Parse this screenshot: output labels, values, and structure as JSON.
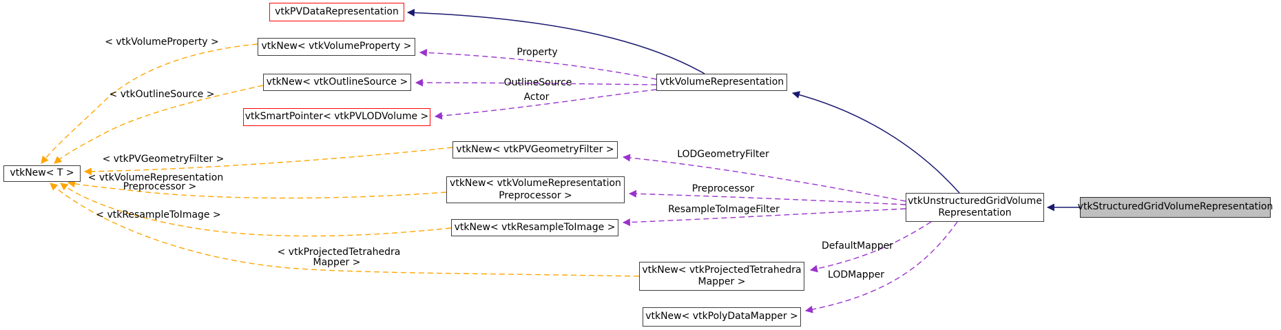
{
  "graph": {
    "kind": "collaboration-graph",
    "nodes": {
      "pvDataRepresentation": {
        "label": "vtkPVDataRepresentation"
      },
      "newVolumeProperty": {
        "label": "vtkNew< vtkVolumeProperty >"
      },
      "newOutlineSource": {
        "label": "vtkNew< vtkOutlineSource >"
      },
      "smartPointerPVLODVolume": {
        "label": "vtkSmartPointer< vtkPVLODVolume >"
      },
      "newPVGeometryFilter": {
        "label": "vtkNew< vtkPVGeometryFilter >"
      },
      "newVolumeRepresentationPreprocessor": {
        "label_line1": "vtkNew< vtkVolumeRepresentation",
        "label_line2": "Preprocessor >"
      },
      "newResampleToImage": {
        "label": "vtkNew< vtkResampleToImage >"
      },
      "newProjectedTetrahedraMapper": {
        "label_line1": "vtkNew< vtkProjectedTetrahedra",
        "label_line2": "Mapper >"
      },
      "newPolyDataMapper": {
        "label": "vtkNew< vtkPolyDataMapper >"
      },
      "newT": {
        "label": "vtkNew< T >"
      },
      "volumeRepresentation": {
        "label": "vtkVolumeRepresentation"
      },
      "unstructuredGridVolumeRepresentation": {
        "label_line1": "vtkUnstructuredGridVolume",
        "label_line2": "Representation"
      },
      "structuredGridVolumeRepresentation": {
        "label": "vtkStructuredGridVolumeRepresentation"
      }
    },
    "edge_labels": {
      "property": "Property",
      "outlineSource": "OutlineSource",
      "actor": "Actor",
      "lodGeometryFilter": "LODGeometryFilter",
      "preprocessor": "Preprocessor",
      "resampleToImageFilter": "ResampleToImageFilter",
      "defaultMapper": "DefaultMapper",
      "lodMapper": "LODMapper",
      "templateVolumeProperty": "< vtkVolumeProperty >",
      "templateOutlineSource": "< vtkOutlineSource >",
      "templatePVGeometryFilter": "< vtkPVGeometryFilter >",
      "templateVolumeRepresentationPreprocessor_line1": "< vtkVolumeRepresentation",
      "templateVolumeRepresentationPreprocessor_line2": "Preprocessor >",
      "templateResampleToImage": "< vtkResampleToImage >",
      "templateProjectedTetrahedraMapper_line1": "< vtkProjectedTetrahedra",
      "templateProjectedTetrahedraMapper_line2": "Mapper >"
    },
    "colors": {
      "inheritance_edge": "#191970",
      "usage_edge": "#9a32cd",
      "template_edge": "#ffa500",
      "node_border": "#3c3c3c",
      "truncated_node_border": "#ff0000",
      "current_node_fill": "#bfbfbf",
      "background": "#ffffff"
    }
  }
}
